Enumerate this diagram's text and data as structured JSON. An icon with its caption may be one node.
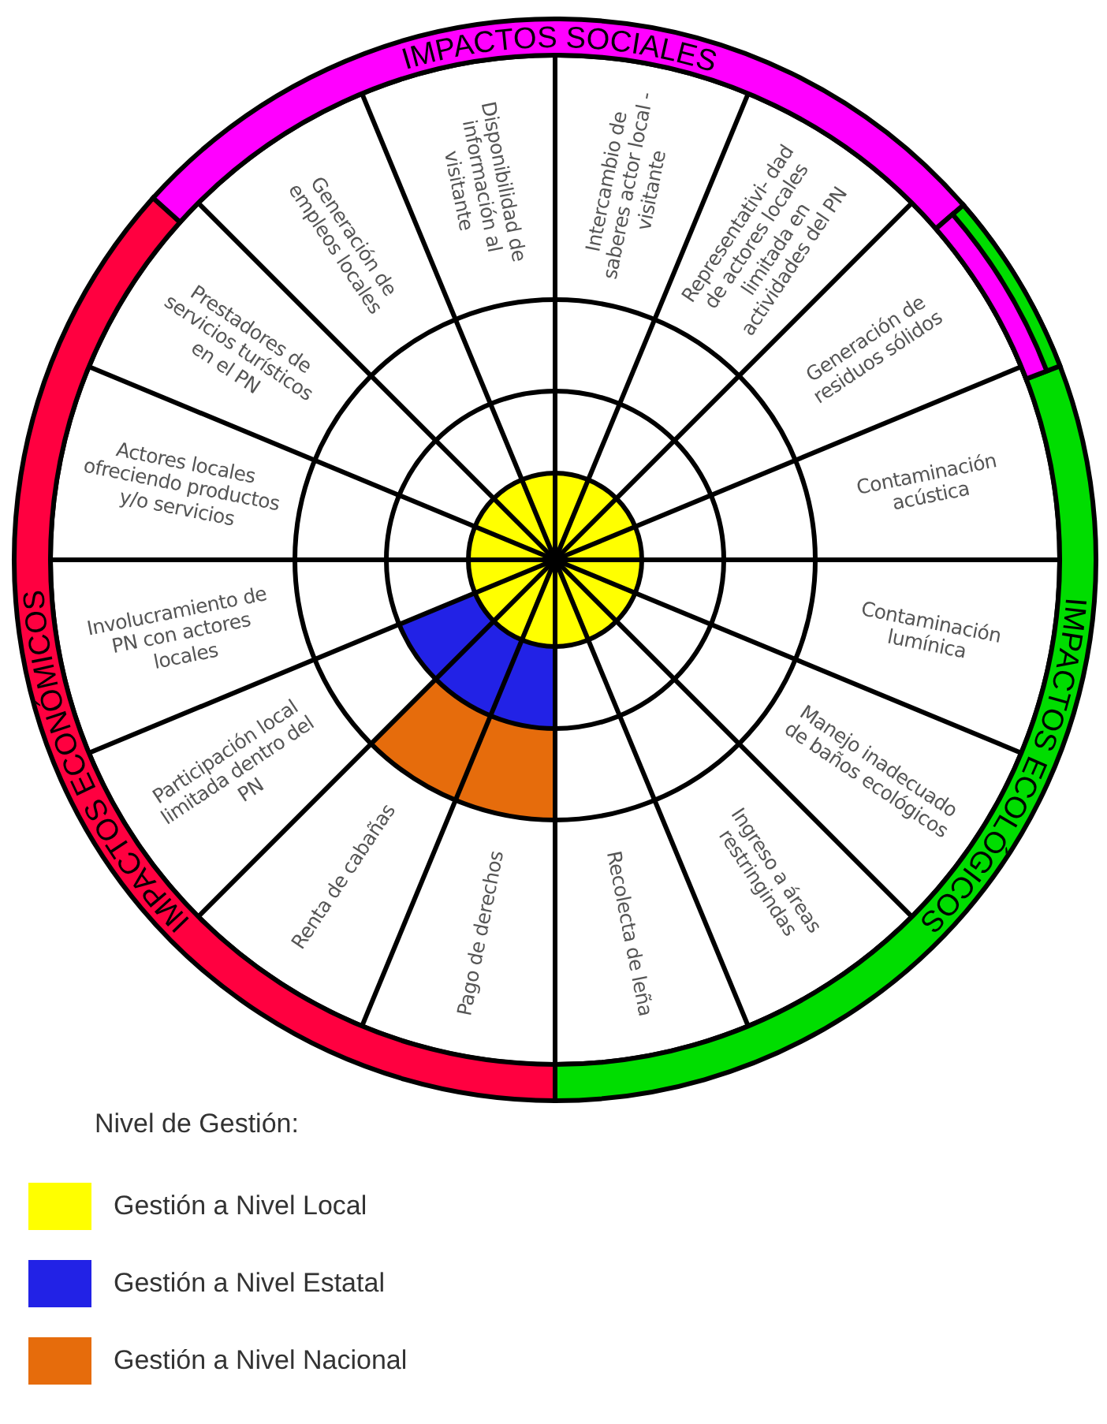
{
  "diagram": {
    "nodes": [
      {
        "text": [
          "IMPACTOS SOCIALES"
        ]
      },
      {
        "text": [
          "Disponibilidad de información al visitante"
        ]
      },
      {
        "text": [
          "Intercambio de saberes actor local - visitante"
        ]
      },
      {
        "text": [
          "Representativi- dad de actores locales limitada en actividades del PN"
        ]
      },
      {
        "text": [
          "Generación de empleos locales"
        ]
      },
      {
        "text": [
          "Generación de residuos sólidos"
        ]
      },
      {
        "text": [
          "Prestadores de servicios turísticos en el PN"
        ]
      },
      {
        "text": [
          "Contaminación acústica"
        ]
      },
      {
        "text": [
          "Actores locales ofreciendo productos y/o servicios"
        ]
      },
      {
        "text": [
          "Contaminación lumínica"
        ]
      },
      {
        "text": [
          "Involucramiento de PN con actores locales"
        ]
      },
      {
        "text": [
          "Manejo inadecuado de baños ecológicos"
        ]
      },
      {
        "text": [
          "IMPACTOS ECONÓMICOS"
        ]
      },
      {
        "text": [
          "Participación local limitada dentro del PN"
        ]
      },
      {
        "text": [
          "Ingreso a áreas restringindas"
        ]
      },
      {
        "text": [
          "IMPACTOS ECOLÓGICOS"
        ]
      },
      {
        "text": [
          "Renta de cabañas"
        ]
      },
      {
        "text": [
          "Pago de derechos"
        ]
      },
      {
        "text": [
          "Recolecta de leña"
        ]
      }
    ],
    "labels": [
      "Nivel de Gestión:"
    ],
    "legend": [
      {
        "text": "Gestión a Nivel Local",
        "color": "#ffff00"
      },
      {
        "text": "Gestión a Nivel Estatal",
        "color": "#2222e6"
      },
      {
        "text": "Gestión a Nivel Nacional",
        "color": "#e66c0c"
      }
    ]
  }
}
